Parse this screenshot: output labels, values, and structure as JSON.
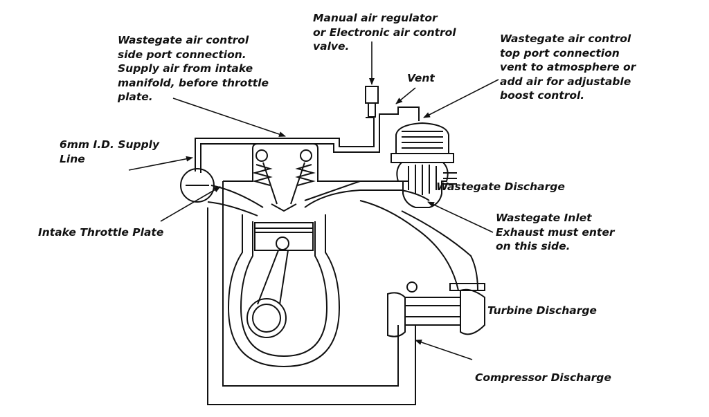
{
  "labels": {
    "manual_regulator": [
      "Manual air regulator",
      "or Electronic air control",
      "valve."
    ],
    "side_port": [
      "Wastegate air control",
      "side port connection.",
      "Supply air from intake",
      "manifold, before throttle",
      "plate."
    ],
    "top_port": [
      "Wastegate air control",
      "top port connection",
      "vent to atmosphere or",
      "add air for adjustable",
      "boost control."
    ],
    "vent": "Vent",
    "supply_line": [
      "6mm I.D. Supply",
      "Line"
    ],
    "wastegate_discharge": "Wastegate Discharge",
    "intake_throttle": "Intake Throttle Plate",
    "wastegate_inlet": [
      "Wastegate Inlet",
      "Exhaust must enter",
      "on this side."
    ],
    "turbine_discharge": "Turbine Discharge",
    "compressor_discharge": "Compressor Discharge"
  },
  "colors": {
    "ink": "#111111",
    "background": "#ffffff"
  }
}
